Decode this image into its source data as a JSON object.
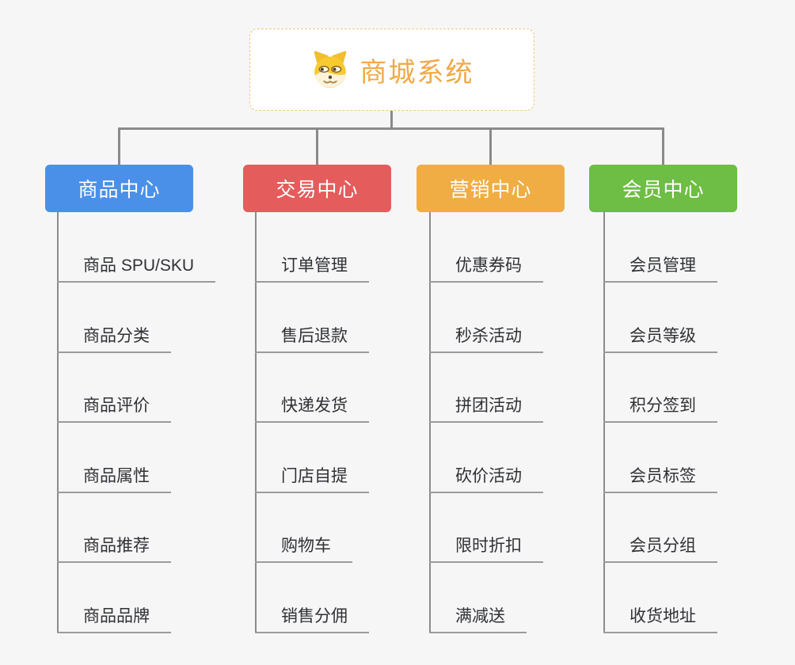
{
  "root": {
    "title": "商城系统",
    "icon": "doge-icon"
  },
  "colors": {
    "background": "#f6f6f6",
    "connector": "#8a8a8a",
    "underline": "#9b9b9b",
    "root_text": "#f0a945",
    "root_border": "#f2c57a",
    "leaf_text": "#2f3136",
    "branch_product": "#4b90e8",
    "branch_trade": "#e55c5c",
    "branch_marketing": "#f0ad43",
    "branch_member": "#6ebd44"
  },
  "branches": [
    {
      "label": "商品中心",
      "color": "#4b90e8",
      "items": [
        "商品 SPU/SKU",
        "商品分类",
        "商品评价",
        "商品属性",
        "商品推荐",
        "商品品牌"
      ]
    },
    {
      "label": "交易中心",
      "color": "#e55c5c",
      "items": [
        "订单管理",
        "售后退款",
        "快递发货",
        "门店自提",
        "购物车",
        "销售分佣"
      ]
    },
    {
      "label": "营销中心",
      "color": "#f0ad43",
      "items": [
        "优惠券码",
        "秒杀活动",
        "拼团活动",
        "砍价活动",
        "限时折扣",
        "满减送"
      ]
    },
    {
      "label": "会员中心",
      "color": "#6ebd44",
      "items": [
        "会员管理",
        "会员等级",
        "积分签到",
        "会员标签",
        "会员分组",
        "收货地址"
      ]
    }
  ]
}
